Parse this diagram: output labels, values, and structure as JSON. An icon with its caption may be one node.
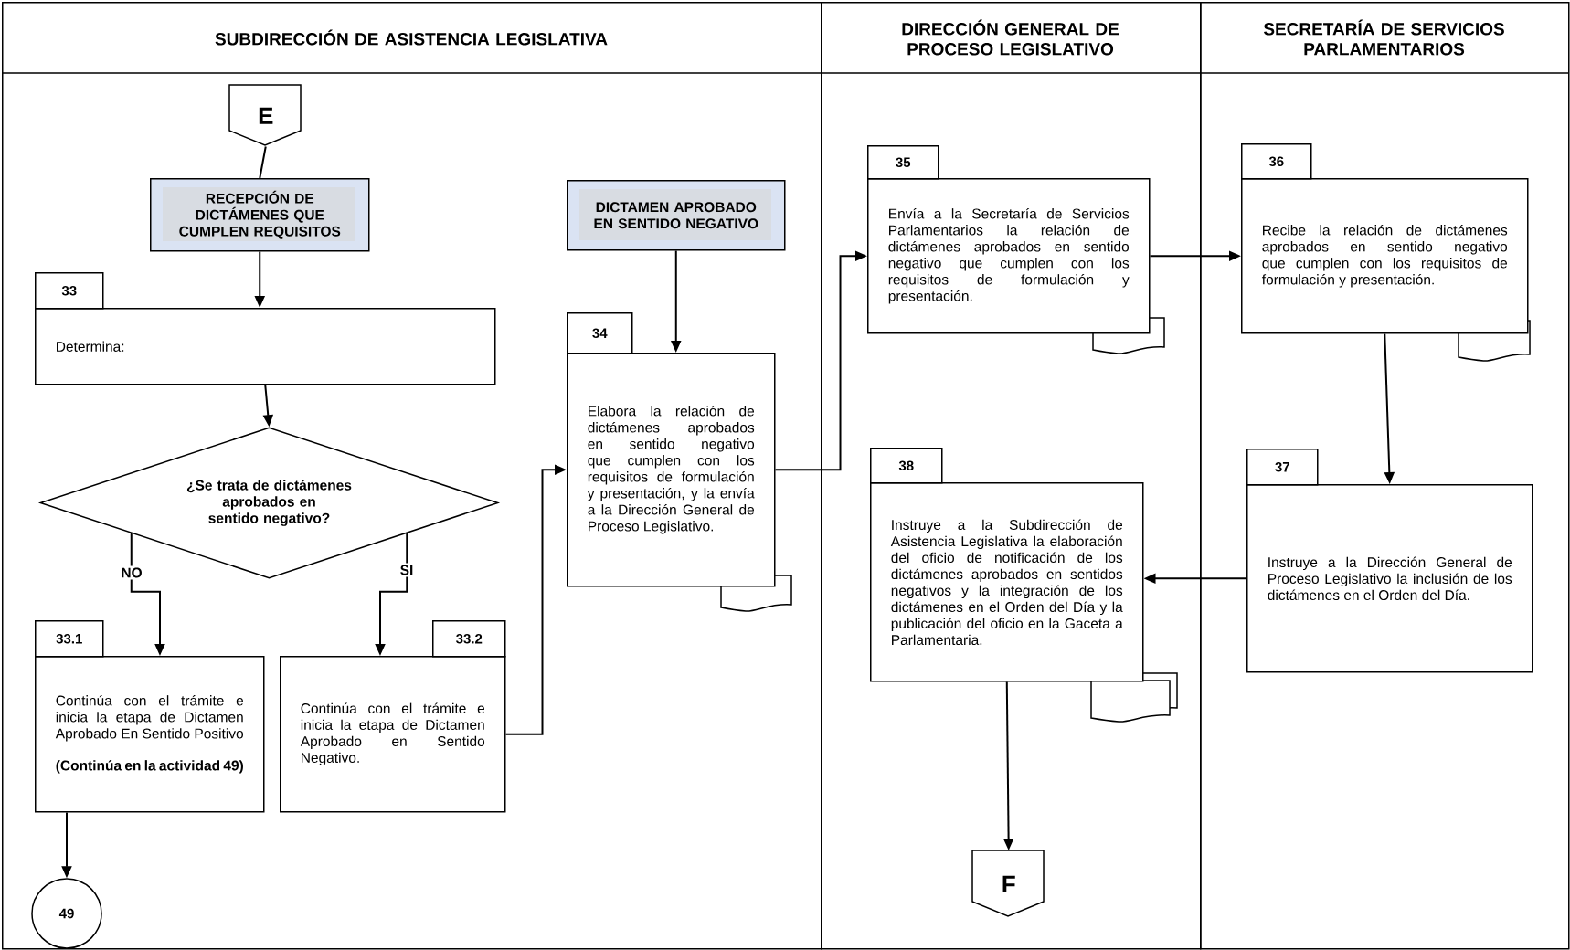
{
  "diagram": {
    "nodes": [
      {
        "text": [
          "SUBDIRECCIÓN DE ASISTENCIA LEGISLATIVA"
        ]
      },
      {
        "text": [
          "DIRECCIÓN GENERAL DE PROCESO LEGISLATIVO"
        ]
      },
      {
        "text": [
          "SECRETARÍA DE SERVICIOS PARLAMENTARIOS"
        ]
      },
      {
        "text": [
          "E"
        ],
        "in": 0
      },
      {
        "text": [
          "RECEPCIÓN DE DICTÁMENES QUE CUMPLEN REQUISITOS"
        ],
        "in": 0
      },
      {
        "text": [
          "DICTAMEN APROBADO EN SENTIDO NEGATIVO"
        ],
        "in": 0
      },
      {
        "text": [
          "33",
          "Determina:"
        ],
        "in": 0
      },
      {
        "text": [
          "¿Se trata de dictámenes aprobados en sentido negativo?"
        ],
        "in": 0
      },
      {
        "text": [
          "33.1",
          "Continúa con el trámite e inicia la etapa de Dictamen Aprobado En Sentido Positivo",
          "(Continúa en la actividad 49)"
        ],
        "in": 0
      },
      {
        "text": [
          "33.2",
          "Continúa con el trámite e inicia la etapa de Dictamen Aprobado en Sentido Negativo."
        ],
        "in": 0
      },
      {
        "text": [
          "49"
        ],
        "in": 0
      },
      {
        "text": [
          "34",
          "Elabora la relación de dictámenes aprobados en sentido negativo que cumplen con los requisitos de formulación y presentación, y la envía a la Dirección General de Proceso Legislativo."
        ],
        "in": 0
      },
      {
        "text": [
          "35",
          "Envía a la Secretaría de Servicios Parlamentarios la relación de dictámenes aprobados en sentido negativo que cumplen con los requisitos de formulación y presentación."
        ],
        "in": 1
      },
      {
        "text": [
          "38",
          "Instruye a la Subdirección de Asistencia Legislativa la elaboración del oficio de notificación de los dictámenes aprobados en sentidos negativos y la integración de los dictámenes en el Orden del Día y la publicación del oficio en la Gaceta a Parlamentaria."
        ],
        "in": 1
      },
      {
        "text": [
          "F"
        ],
        "in": 1
      },
      {
        "text": [
          "36",
          "Recibe la relación de dictámenes aprobados en sentido negativo que cumplen con los requisitos de formulación y presentación."
        ],
        "in": 2
      },
      {
        "text": [
          "37",
          "Instruye a la Dirección General de Proceso Legislativo la inclusión de los dictámenes en el Orden del Día."
        ],
        "in": 2
      }
    ],
    "edges": [
      {
        "from": 3,
        "to": 4,
        "arrow": "none"
      },
      {
        "from": 4,
        "to": 6,
        "arrow": "to"
      },
      {
        "from": 6,
        "to": 7,
        "arrow": "to"
      },
      {
        "from": 7,
        "to": 8,
        "arrow": "to",
        "label": "NO"
      },
      {
        "from": 7,
        "to": 9,
        "arrow": "to",
        "label": "SI"
      },
      {
        "from": 8,
        "to": 10,
        "arrow": "to"
      },
      {
        "from": 9,
        "to": 11,
        "arrow": "to"
      },
      {
        "from": 5,
        "to": 11,
        "arrow": "to"
      },
      {
        "from": 11,
        "to": 12,
        "arrow": "to"
      },
      {
        "from": 12,
        "to": 15,
        "arrow": "to"
      },
      {
        "from": 15,
        "to": 16,
        "arrow": "to"
      },
      {
        "from": 16,
        "to": 13,
        "arrow": "to"
      },
      {
        "from": 13,
        "to": 14,
        "arrow": "to"
      }
    ]
  }
}
